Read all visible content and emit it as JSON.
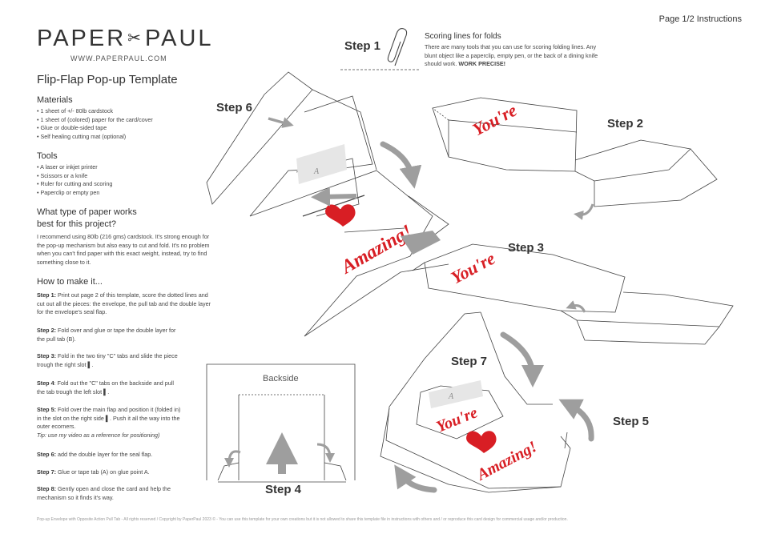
{
  "page_label": "Page 1/2 Instructions",
  "logo": {
    "left": "PAPER",
    "scissors": "✂",
    "right": "PAUL"
  },
  "website": "WWW.PAPERPAUL.COM",
  "doc_title": "Flip-Flap Pop-up Template",
  "materials": {
    "heading": "Materials",
    "items": [
      "1 sheet of +/- 80lb cardstock",
      "1 sheet of (colored) paper for the card/cover",
      "Glue or double-sided tape",
      "Self healing cutting mat (optional)"
    ]
  },
  "tools": {
    "heading": "Tools",
    "items": [
      "A laser or inkjet printer",
      "Scissors or a knife",
      "Ruler for cutting and scoring",
      "Paperclip or empty pen"
    ]
  },
  "paper": {
    "heading_line1": "What type of paper works",
    "heading_line2": "best for this project?",
    "text": "I recommend using 80lb (216 gms) cardstock. It's strong enough for the pop-up mechanism but also easy to cut and fold. It's no problem when you can't find paper with this exact weight, instead, try to find something close to it."
  },
  "howto": {
    "heading": "How to make it...",
    "steps": [
      {
        "label": "Step 1:",
        "text": "Print out page 2 of this template, score the dotted lines and cut out all the pieces: the envelope, the pull tab and the double layer for the envelope's seal flap."
      },
      {
        "label": "Step 2:",
        "text": "Fold over and glue or tape the double layer for the pull tab (B)."
      },
      {
        "label": "Step 3:",
        "text": "Fold in the two tiny \"C\" tabs and slide the piece trough the right slot ▌."
      },
      {
        "label": "Step 4",
        "text": ": Fold out the \"C\" tabs on the backside and pull the tab trough the left slot ▌."
      },
      {
        "label": "Step 5:",
        "text": "Fold over the main flap and position it (folded in) in the slot on the right side ▌. Push it all the way into the outer ecorners.",
        "note": "Tip: use my video as a reference for positioning)"
      },
      {
        "label": "Step 6:",
        "text": "add the double layer for the seal flap."
      },
      {
        "label": "Step 7:",
        "text": "Glue or tape tab (A) on glue point A."
      },
      {
        "label": "Step 8:",
        "text": "Gently open and close the card and help the mechanism so it finds it's way."
      }
    ]
  },
  "step1_box": {
    "label": "Step 1",
    "title": "Scoring lines for folds",
    "text": "There are many tools that you can use for scoring folding lines. Any blunt object like a paperclip, empty pen, or the back of a dining knife should work.",
    "emphasis": "WORK PRECISE!"
  },
  "diagram": {
    "step2": "Step 2",
    "step3": "Step 3",
    "step4": "Step 4",
    "step5": "Step 5",
    "step6": "Step 6",
    "step7": "Step 7",
    "backside": "Backside",
    "youre": "You're",
    "amazing": "Amazing!",
    "glue_mark": "A",
    "card_red": "#d81e24",
    "arrow_gray": "#9e9e9e"
  },
  "footer": "Pop-up Envelope with Opposite Action Pull Tab - All rights reserved / Copyright by PaperPaul 2023 © - You can use this template for your own creations but it is not allowed to share this template file in instructions with others and / or reproduce this card design for commercial usage and/or production."
}
